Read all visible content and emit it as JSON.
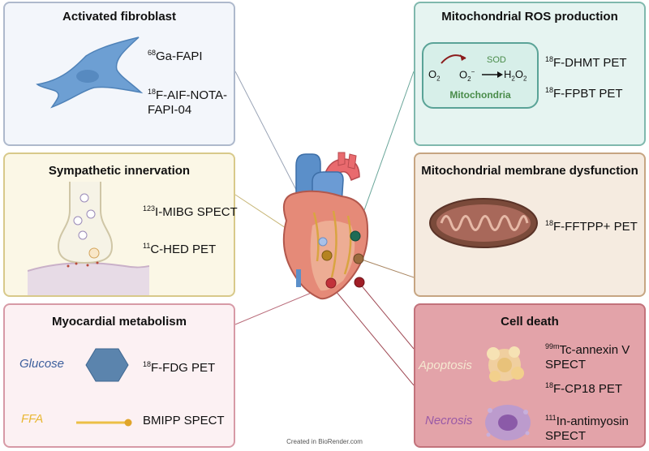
{
  "panels": {
    "fibroblast": {
      "title": "Activated fibroblast",
      "tracer1_sup": "68",
      "tracer1_text": "Ga-FAPI",
      "tracer2_sup": "18",
      "tracer2_line1": "F-AIF-NOTA-",
      "tracer2_line2": "FAPI-04"
    },
    "sympathetic": {
      "title": "Sympathetic innervation",
      "tracer1_sup": "123",
      "tracer1_text": "I-MIBG SPECT",
      "tracer2_sup": "11",
      "tracer2_text": "C-HED PET"
    },
    "metabolism": {
      "title": "Myocardial metabolism",
      "glucose_label": "Glucose",
      "ffa_label": "FFA",
      "tracer1_sup": "18",
      "tracer1_text": "F-FDG PET",
      "tracer2_text": "BMIPP SPECT"
    },
    "ros": {
      "title": "Mitochondrial ROS production",
      "o2": "O",
      "o2_sub": "2",
      "superoxide": "O",
      "superoxide_sub": "2",
      "superoxide_sup": "−",
      "sod": "SOD",
      "h2o2_a": "H",
      "h2o2_sub1": "2",
      "h2o2_b": "O",
      "h2o2_sub2": "2",
      "mito_label": "Mitochondria",
      "tracer1_sup": "18",
      "tracer1_text": "F-DHMT PET",
      "tracer2_sup": "18",
      "tracer2_text": "F-FPBT PET"
    },
    "membrane": {
      "title": "Mitochondrial membrane dysfunction",
      "tracer1_sup": "18",
      "tracer1_text": "F-FFTPP+ PET"
    },
    "celldeath": {
      "title": "Cell death",
      "apoptosis_label": "Apoptosis",
      "necrosis_label": "Necrosis",
      "tracer1_sup": "99m",
      "tracer1_line1": "Tc-annexin V",
      "tracer1_line2": "SPECT",
      "tracer2_sup": "18",
      "tracer2_text": "F-CP18 PET",
      "tracer3_sup": "111",
      "tracer3_line1": "In-antimyosin",
      "tracer3_line2": "SPECT"
    }
  },
  "watermark": "Created in BioRender.com",
  "colors": {
    "fibroblast_bg": "#f3f6fb",
    "fibroblast_border": "#aeb9cc",
    "sympathetic_bg": "#fbf7e6",
    "sympathetic_border": "#d8c98a",
    "metabolism_bg": "#fcf1f3",
    "metabolism_border": "#d79aa6",
    "ros_bg": "#e6f4f1",
    "ros_border": "#7fb8ad",
    "membrane_bg": "#f5ebe0",
    "membrane_border": "#c6a582",
    "celldeath_bg": "#e3a3a9",
    "celldeath_border": "#c2727b",
    "glucose": "#3b5e9c",
    "ffa": "#e9b834",
    "mito_green": "#4a8c4a"
  }
}
